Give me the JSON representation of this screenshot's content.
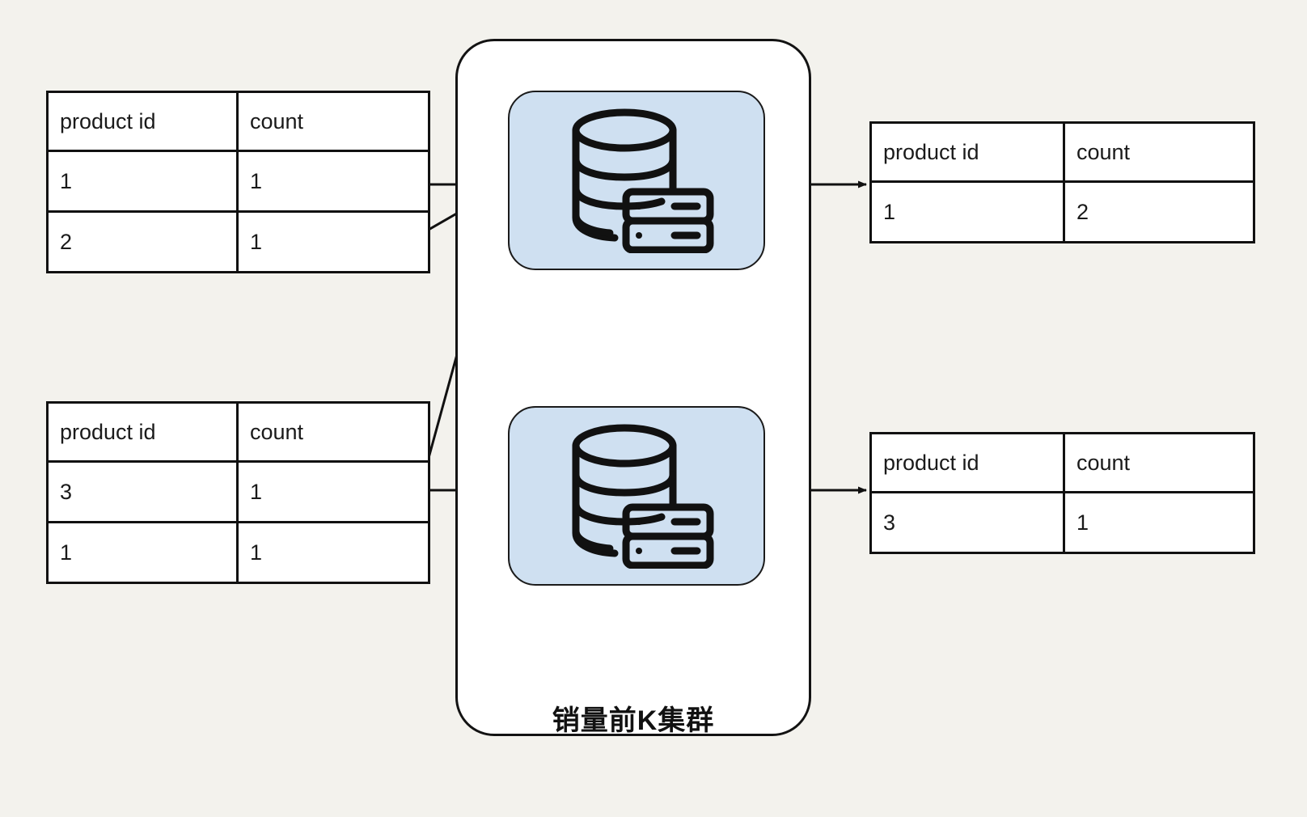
{
  "diagram": {
    "title": "销量前K集群",
    "background_color": "#f3f2ed",
    "node_fill_color": "#cfe0f1",
    "node_border_color": "#1b1b1b",
    "table_border_color": "#111111",
    "arrow_color": "#111111"
  },
  "columns": {
    "product_id": "product id",
    "count": "count"
  },
  "input_tables": [
    {
      "id": "input-top",
      "headers": [
        "product id",
        "count"
      ],
      "rows": [
        [
          "1",
          "1"
        ],
        [
          "2",
          "1"
        ]
      ]
    },
    {
      "id": "input-bottom",
      "headers": [
        "product id",
        "count"
      ],
      "rows": [
        [
          "3",
          "1"
        ],
        [
          "1",
          "1"
        ]
      ]
    }
  ],
  "cluster": {
    "label": "销量前K集群",
    "nodes": [
      {
        "id": "node-top",
        "icon": "database-server-icon"
      },
      {
        "id": "node-bottom",
        "icon": "database-server-icon"
      }
    ]
  },
  "output_tables": [
    {
      "id": "output-top",
      "headers": [
        "product id",
        "count"
      ],
      "rows": [
        [
          "1",
          "2"
        ]
      ]
    },
    {
      "id": "output-bottom",
      "headers": [
        "product id",
        "count"
      ],
      "rows": [
        [
          "3",
          "1"
        ]
      ]
    }
  ]
}
